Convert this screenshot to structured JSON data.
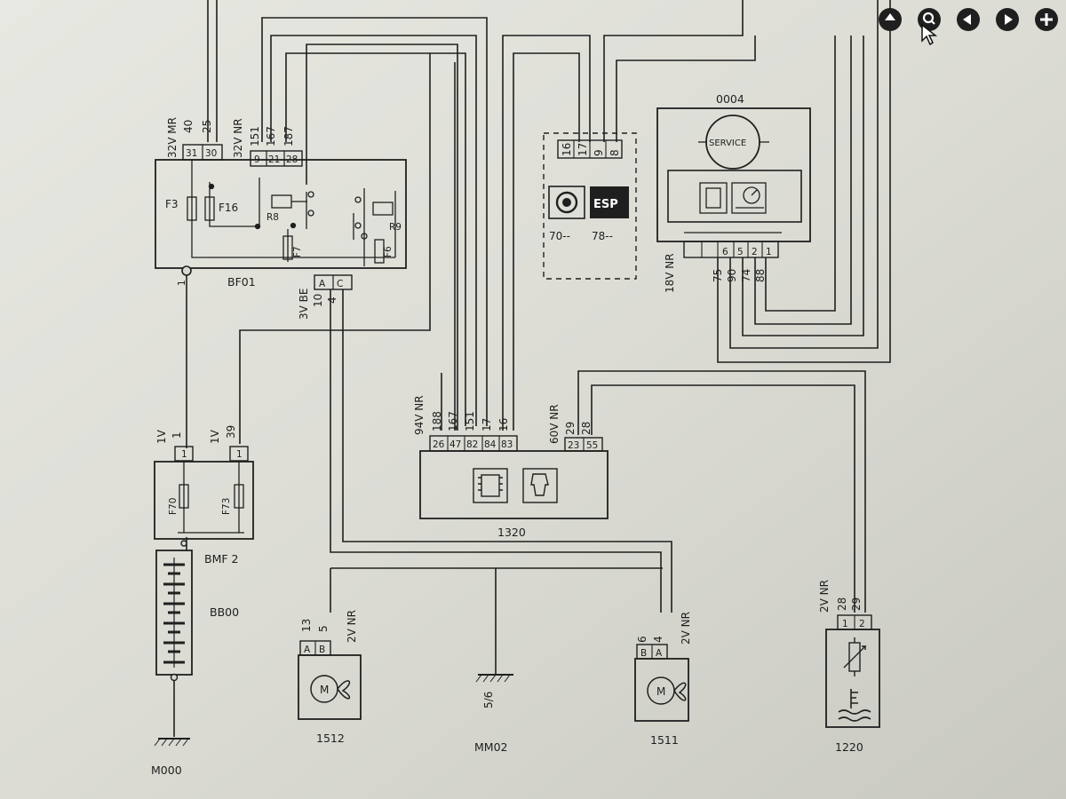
{
  "toolbar": {
    "buttons": [
      {
        "name": "up-button",
        "icon": "arrow-up-icon"
      },
      {
        "name": "zoom-button",
        "icon": "magnifier-icon"
      },
      {
        "name": "previous-button",
        "icon": "arrow-left-icon"
      },
      {
        "name": "next-button",
        "icon": "arrow-right-icon"
      },
      {
        "name": "add-button",
        "icon": "plus-icon"
      }
    ],
    "colors": {
      "button": "#1f1f1f",
      "glyph": "#ffffff"
    }
  },
  "diagram": {
    "bf01": {
      "label": "BF01",
      "fuses": [
        "F3",
        "F16",
        "F7",
        "F6"
      ],
      "relays": [
        "R8",
        "R9"
      ],
      "top_left_connector": {
        "spec": "32V MR",
        "wires": [
          "40",
          "25"
        ],
        "pins": [
          "31",
          "30"
        ]
      },
      "top_right_connector": {
        "spec": "32V NR",
        "wires": [
          "151",
          "167",
          "187"
        ],
        "pins": [
          "9",
          "21",
          "28"
        ]
      },
      "bottom_connector": {
        "spec": "3V BE",
        "wires": [
          "10",
          "4"
        ],
        "pins": [
          "A",
          "C"
        ]
      },
      "pin1_label": "1"
    },
    "bmf2": {
      "label": "BMF 2",
      "fuses": [
        "F70",
        "F73"
      ],
      "connector_specs": [
        "1V",
        "1V"
      ],
      "wires": [
        "1",
        "39"
      ],
      "pins": [
        "1",
        "1"
      ]
    },
    "bb00": {
      "label": "BB00"
    },
    "m000": {
      "label": "M000"
    },
    "module_1320": {
      "label": "1320",
      "left_spec": "94V NR",
      "left_wires": [
        "188",
        "167",
        "151",
        "17",
        "16"
      ],
      "left_pins": [
        "26",
        "47",
        "82",
        "84",
        "83"
      ],
      "right_spec": "60V NR",
      "right_wires": [
        "29",
        "28"
      ],
      "right_pins": [
        "23",
        "55"
      ]
    },
    "abs_esp": {
      "wires": [
        "16",
        "17",
        "9",
        "8"
      ],
      "esp_label": "ESP",
      "codes": [
        "70--",
        "78--"
      ]
    },
    "unit_0004": {
      "label": "0004",
      "service_label": "SERVICE",
      "spec": "18V NR",
      "wires": [
        "75",
        "90",
        "74",
        "88"
      ],
      "pins": [
        "6",
        "5",
        "2",
        "1"
      ]
    },
    "fan_1512": {
      "label": "1512",
      "spec": "2V NR",
      "wires": [
        "13",
        "5"
      ],
      "pins": [
        "A",
        "B"
      ],
      "motor_letter": "M"
    },
    "fan_1511": {
      "label": "1511",
      "spec": "2V NR",
      "wires": [
        "6",
        "4"
      ],
      "pins": [
        "B",
        "A"
      ],
      "motor_letter": "M"
    },
    "ground_mm02": {
      "label": "MM02",
      "wire": "5/6"
    },
    "sensor_1220": {
      "label": "1220",
      "spec": "2V NR",
      "wires": [
        "28",
        "29"
      ],
      "pins": [
        "1",
        "2"
      ]
    }
  }
}
